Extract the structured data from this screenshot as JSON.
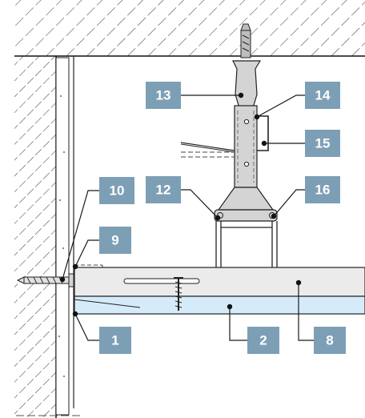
{
  "labels": {
    "l1": "1",
    "l2": "2",
    "l8": "8",
    "l9": "9",
    "l10": "10",
    "l12": "12",
    "l13": "13",
    "l14": "14",
    "l15": "15",
    "l16": "16"
  },
  "colors": {
    "label_bg": "#7d9fb6",
    "label_text": "#ffffff",
    "profile_fill": "#d9d9d9",
    "board_fill": "#d6ebfa",
    "hatch": "#222222"
  }
}
